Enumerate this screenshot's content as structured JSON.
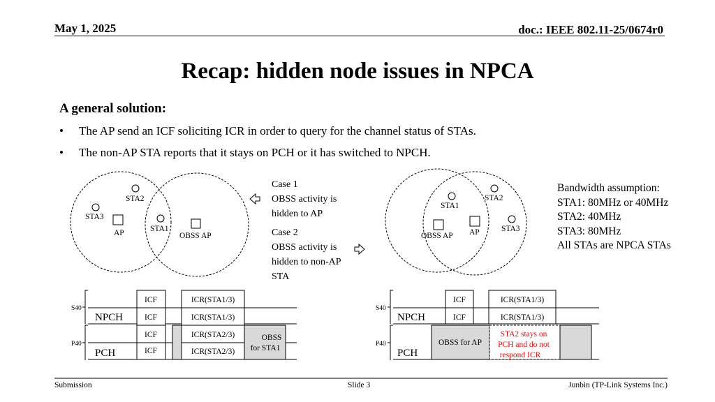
{
  "header": {
    "date": "May 1, 2025",
    "doc": "doc.: IEEE 802.11-25/0674r0"
  },
  "title": "Recap: hidden node issues in NPCA",
  "subtitle": "A general solution:",
  "bullets": [
    "The AP send an ICF soliciting ICR in order to query for the channel status of STAs.",
    "The non-AP STA reports that it stays on PCH or it has switched to NPCH."
  ],
  "case1": {
    "lines": [
      "Case 1",
      "OBSS activity is",
      "hidden to AP"
    ]
  },
  "case2": {
    "lines": [
      "Case 2",
      "OBSS activity is",
      "hidden to non-AP",
      "STA"
    ]
  },
  "left_topology": {
    "sta2": "STA2",
    "sta3": "STA3",
    "ap": "AP",
    "sta1": "STA1",
    "obss_ap": "OBSS AP"
  },
  "right_topology": {
    "sta1": "STA1",
    "sta2": "STA2",
    "sta3": "STA3",
    "obss_ap": "OBSS AP",
    "ap": "AP"
  },
  "bandwidth": [
    "Bandwidth assumption:",
    "STA1: 80MHz or 40MHz",
    "STA2: 40MHz",
    "STA3: 80MHz",
    "All STAs are NPCA STAs"
  ],
  "left_timeline": {
    "s40": "S40",
    "p40": "P40",
    "npch": "NPCH",
    "pch": "PCH",
    "icf": "ICF",
    "icr_sta13": "ICR(STA1/3)",
    "icr_sta23": "ICR(STA2/3)",
    "obss_lines": [
      "OBSS",
      "for STA1"
    ]
  },
  "right_timeline": {
    "s40": "S40",
    "p40": "P40",
    "npch": "NPCH",
    "pch": "PCH",
    "icf": "ICF",
    "icr_sta13": "ICR(STA1/3)",
    "obss_for_ap": "OBSS for AP",
    "sta2_note": [
      "STA2 stays on",
      "PCH and do not",
      "respond ICR"
    ]
  },
  "colors": {
    "shaded": "#d9d9d9",
    "note_red": "#ff0000"
  },
  "footer": {
    "left": "Submission",
    "center": "Slide 3",
    "right": "Junbin (TP-Link Systems Inc.)"
  }
}
